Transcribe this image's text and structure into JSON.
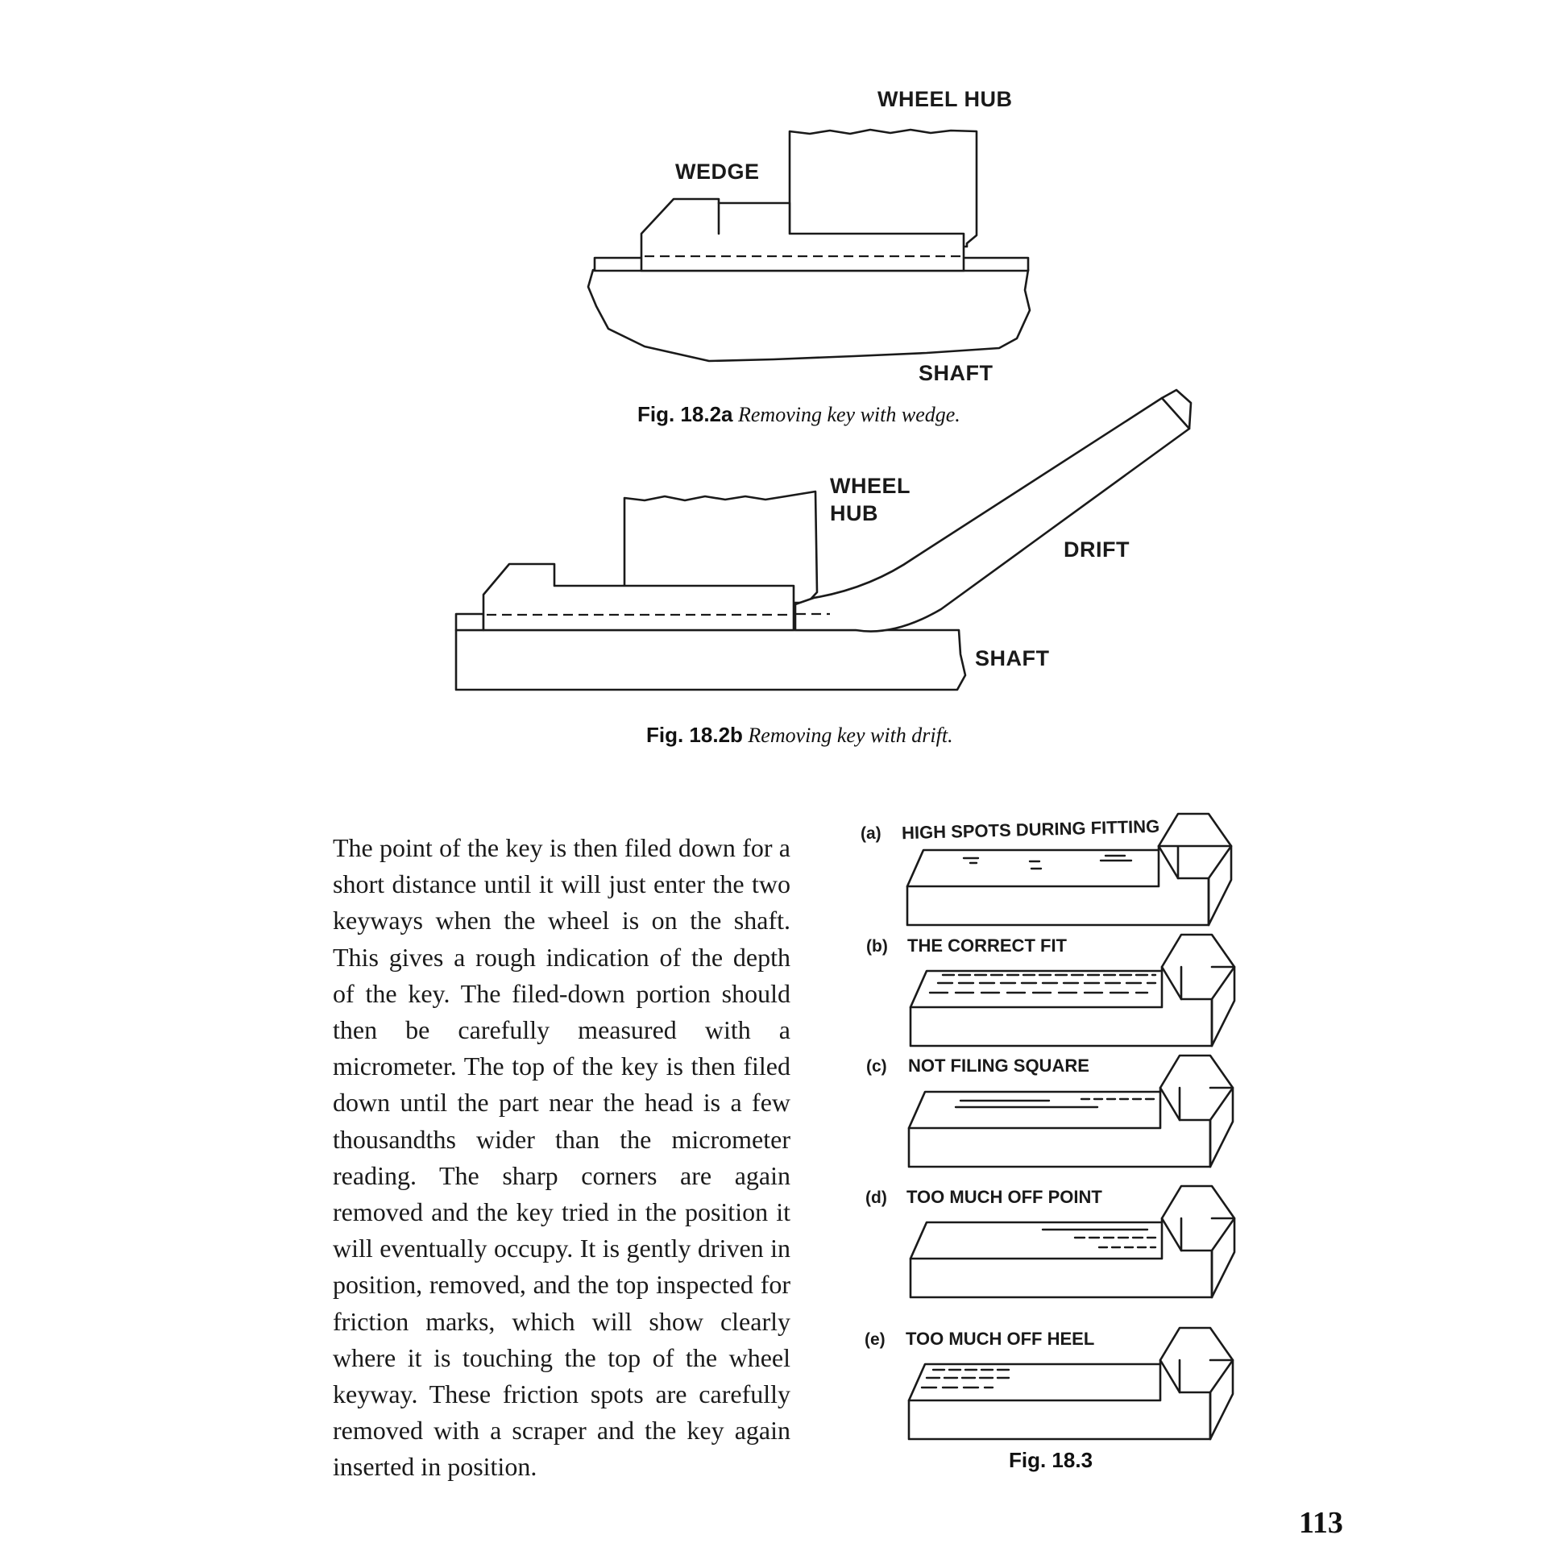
{
  "fig_a": {
    "labels": {
      "wheel_hub": "WHEEL HUB",
      "wedge": "WEDGE",
      "shaft": "SHAFT"
    },
    "caption_number": "Fig. 18.2a",
    "caption_text": "Removing key with wedge."
  },
  "fig_b": {
    "labels": {
      "wheel": "WHEEL",
      "hub": "HUB",
      "drift": "DRIFT",
      "shaft": "SHAFT"
    },
    "caption_number": "Fig. 18.2b",
    "caption_text": "Removing key with drift."
  },
  "body_text": "The point of the key is then filed down for a short distance until it will just enter the two keyways when the wheel is on the shaft. This gives a rough indication of the depth of the key. The filed-down portion should then be carefully measured with a micrometer. The top of the key is then filed down until the part near the head is a few thousandths wider than the micrometer reading. The sharp corners are again removed and the key tried in the position it will eventually occupy. It is gently driven in position, removed, and the top inspected for friction marks, which will show clearly where it is touching the top of the wheel keyway. These friction spots are carefully removed with a scraper and the key again inserted in position.",
  "fig_3": {
    "panels": [
      {
        "tag": "(a)",
        "title": "HIGH SPOTS DURING FITTING"
      },
      {
        "tag": "(b)",
        "title": "THE CORRECT FIT"
      },
      {
        "tag": "(c)",
        "title": "NOT FILING SQUARE"
      },
      {
        "tag": "(d)",
        "title": "TOO MUCH OFF POINT"
      },
      {
        "tag": "(e)",
        "title": "TOO MUCH OFF HEEL"
      }
    ],
    "caption": "Fig. 18.3"
  },
  "page_number": "113"
}
